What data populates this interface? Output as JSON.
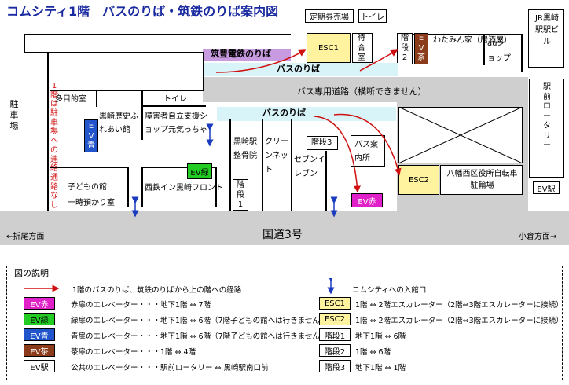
{
  "title": "コムシティ1階　バスのりば・筑鉄のりば案内図",
  "top_labels": {
    "ticket_office": "定期券売場",
    "toilet_top": "トイレ",
    "jr_building": "JR黒崎駅駅ビル",
    "waiting_room": "待合室",
    "stairs2": "階段2",
    "ev_brown": "EV茶",
    "watami": "わたみん家（居酒屋）",
    "au_shop": "auショップ"
  },
  "platforms": {
    "chikuho": "筑豊電鉄のりば",
    "bus_top": "バスのりば",
    "bus_mid": "バスのりば",
    "bus_road": "バス専用道路（横断できません）"
  },
  "left": {
    "parking": "駐車場",
    "notice": "1階は駐車場への連絡通路なし"
  },
  "rooms": {
    "multipurpose": "多目的室",
    "toilet": "トイレ",
    "history": "黒崎歴史ふれあい館",
    "support": "障害者自立支援ショップ元気っちゃ",
    "kids": "子どもの館",
    "daycare": "一時預かり室",
    "hotel": "西鉄イン黒崎フロント",
    "clinic": "黒崎駅整骨院",
    "cleaning": "クリーンネット",
    "seven": "セブンイレブン",
    "stairs3": "階段3",
    "stairs1": "階段1",
    "bus_info": "バス案内所",
    "yahata": "八幡西区役所自転車駐輪場",
    "esc1": "ESC1",
    "esc2": "ESC2",
    "ev_blue": "EV青",
    "ev_green": "EV緑",
    "ev_red": "EV赤",
    "ev_station": "EV駅",
    "station_rotary": "駅前ロータリー"
  },
  "road": {
    "national": "国道3号",
    "left_dir": "←折尾方面",
    "right_dir": "小倉方面→"
  },
  "legend": {
    "heading": "図の説明",
    "route": "1階のバスのりば、筑鉄のりばから上の階への経路",
    "entrance": "コムシティへの入館口",
    "items_left": [
      {
        "chip": "EV赤",
        "color": "#e020c8",
        "text": "赤扉のエレベーター・・・地下1階 ⇔ 7階"
      },
      {
        "chip": "EV緑",
        "color": "#22cc22",
        "text": "緑扉のエレベーター・・・地下1階 ⇔ 6階（7階子どもの館へは行きません）"
      },
      {
        "chip": "EV青",
        "color": "#2255cc",
        "text": "青扉のエレベーター・・・地下1階 ⇔ 6階（7階子どもの館へは行きません）"
      },
      {
        "chip": "EV茶",
        "color": "#8b3a1a",
        "text": "茶扉のエレベーター・・・1階 ⇔ 4階"
      },
      {
        "chip": "EV駅",
        "color": "#ffffff",
        "text": "公共のエレベーター・・・駅前ロータリー ⇔ 黒崎駅南口前"
      }
    ],
    "items_right": [
      {
        "chip": "ESC1",
        "color": "#fff3a0",
        "text": "1階 ⇔ 2階エスカレーター（2階⇔3階エスカレーターに接続）"
      },
      {
        "chip": "ESC2",
        "color": "#fff3a0",
        "text": "1階 ⇔ 2階エスカレーター（2階⇔3階エスカレーターに接続）"
      },
      {
        "chip": "階段1",
        "color": "#ffffff",
        "text": "地下1階 ⇔ 6階"
      },
      {
        "chip": "階段2",
        "color": "#ffffff",
        "text": "1階 ⇔ 6階"
      },
      {
        "chip": "階段3",
        "color": "#ffffff",
        "text": "地下1階 ⇔ 1階"
      }
    ]
  },
  "colors": {
    "title": "#1a2aa0",
    "route_arrow": "#d01010",
    "entrance_arrow": "#1a3ac0",
    "platform_cyan": "#d8f4f8",
    "chikuho_purple": "#c89ae0",
    "road_gray": "#cfcfcf",
    "esc_yellow": "#fff3a0"
  }
}
